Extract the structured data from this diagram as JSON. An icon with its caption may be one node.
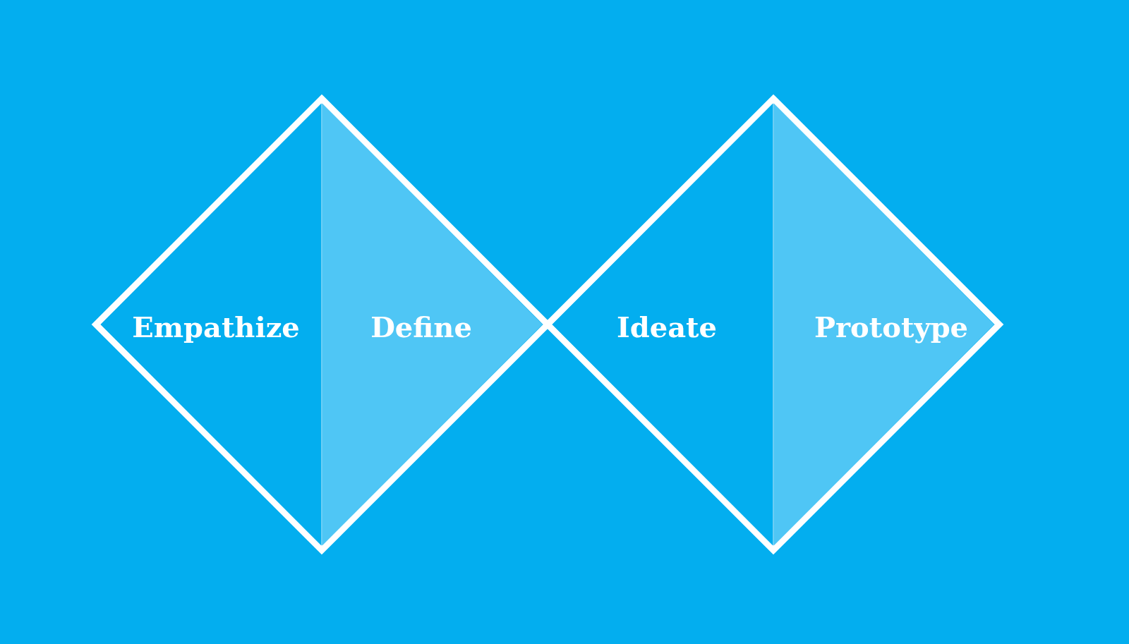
{
  "diagram": {
    "nodes": [
      {
        "text": [],
        "shape": "diamond"
      },
      {
        "text": [
          "Empathize"
        ],
        "in": 0
      },
      {
        "text": [
          "Define"
        ],
        "in": 0
      },
      {
        "text": [],
        "shape": "diamond"
      },
      {
        "text": [
          "Ideate"
        ],
        "in": 3
      },
      {
        "text": [
          "Prototype"
        ],
        "in": 3
      }
    ]
  }
}
